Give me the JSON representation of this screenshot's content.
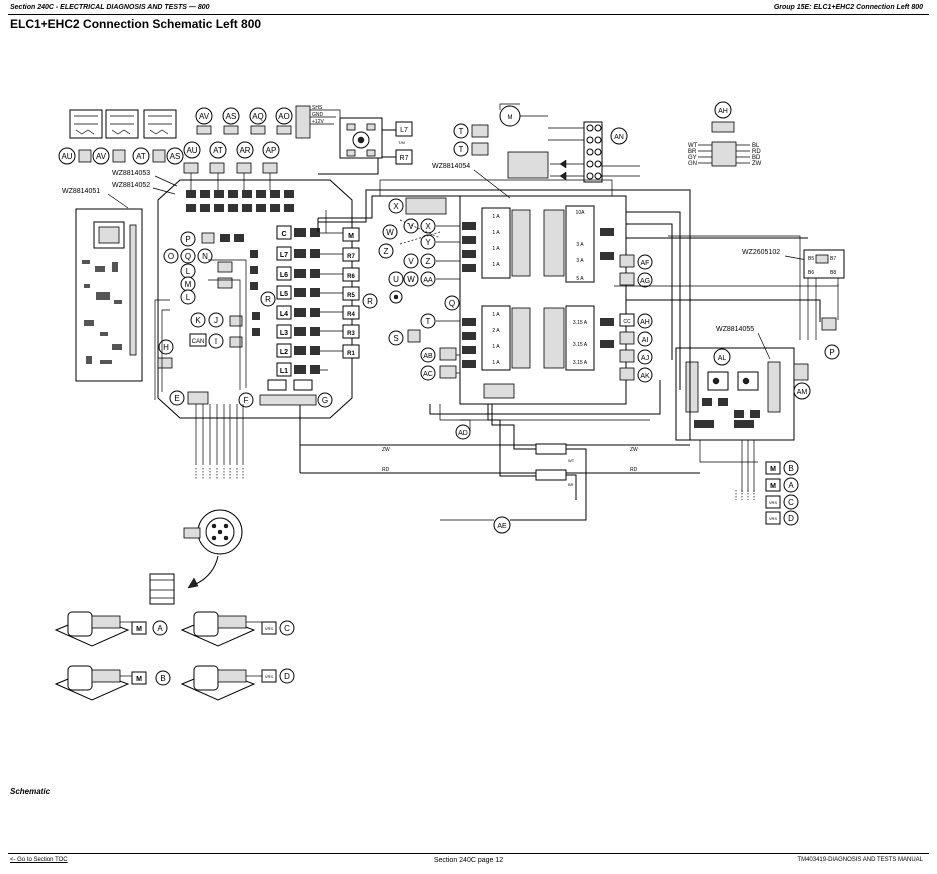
{
  "header": {
    "left": "Section 240C - ELECTRICAL DIAGNOSIS AND TESTS — 800",
    "right": "Group 15E: ELC1+EHC2 Connection Left 800"
  },
  "title": "ELC1+EHC2 Connection Schematic Left 800",
  "caption": "Schematic",
  "footer": {
    "left": "<- Go to Section TOC",
    "center": "Section 240C page 12",
    "right": "TM403419-DIAGNOSIS AND TESTS MANUAL"
  },
  "wire_ids": [
    "WZ8814051",
    "WZ8814052",
    "WZ8814053",
    "WZ8814054",
    "WZ2605102",
    "WZ8814055"
  ],
  "top_connector_labels": [
    "SHS",
    "GND",
    "+12V"
  ],
  "wire_colors": {
    "left": [
      "WT",
      "BR",
      "GY",
      "GN"
    ],
    "right": [
      "BL",
      "RD",
      "BD",
      "ZW"
    ],
    "harness": [
      "ZW",
      "RD",
      "WT",
      "BR",
      "GY"
    ]
  },
  "fuses": {
    "upper_left": [
      "1 A",
      "1 A",
      "1 A",
      "1 A"
    ],
    "upper_right": [
      "10A",
      "3 A",
      "3 A",
      "5 A"
    ],
    "lower_left": [
      "1 A",
      "2 A",
      "1 A",
      "1 A"
    ],
    "lower_right": [
      "3.15 A",
      "3.15 A",
      "3.15 A"
    ]
  },
  "tm": "T/M",
  "ecu_terminals": [
    "C",
    "L7",
    "L6",
    "L5",
    "L4",
    "L3",
    "L2",
    "L1"
  ],
  "relays": [
    "M",
    "R7",
    "R6",
    "R5",
    "R4",
    "R3",
    "R1"
  ],
  "top_bubbles": [
    "AV",
    "AS",
    "AQ",
    "AO",
    "AU",
    "AT",
    "AR",
    "AP"
  ],
  "left_top_bubbles": [
    "AU",
    "AV",
    "AT",
    "AS"
  ],
  "mid_bubbles": [
    "P",
    "O",
    "Q",
    "N",
    "L",
    "M",
    "R",
    "K",
    "J",
    "I",
    "H",
    "E",
    "F",
    "G"
  ],
  "can": "CAN",
  "center_bubbles": [
    "X",
    "W",
    "V",
    "X",
    "Z",
    "Y",
    "V",
    "Z",
    "Y",
    "U",
    "W",
    "AA",
    "R",
    "Q",
    "T",
    "S",
    "AB",
    "AC",
    "AD",
    "AE"
  ],
  "right_bubbles": [
    "AF",
    "AG",
    "AH",
    "AI",
    "AJ",
    "AK",
    "AH",
    "AL",
    "AM",
    "P",
    "AN",
    "T",
    "T"
  ],
  "right_sub_labels": [
    "CC",
    "CC"
  ],
  "sensor_labels": [
    "M",
    "M",
    "VRS",
    "VRS"
  ],
  "sensor_bubbles": [
    "B",
    "A",
    "C",
    "D"
  ],
  "bottom_sensor_bubbles": [
    "A",
    "C",
    "B",
    "D"
  ],
  "r7": "R7",
  "l7": "L7",
  "b5": "B5",
  "b7": "B7",
  "b6": "B6",
  "b8": "B8"
}
